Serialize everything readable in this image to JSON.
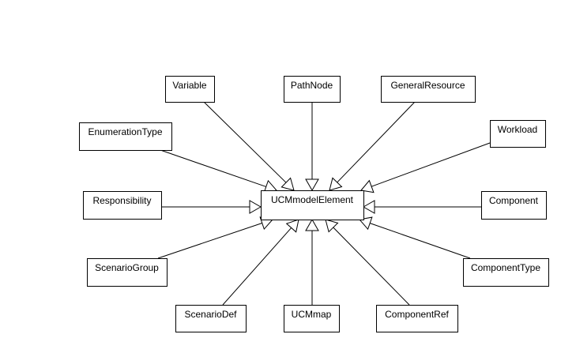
{
  "diagram": {
    "type": "uml-class-inheritance",
    "colors": {
      "background": "#ffffff",
      "line": "#000000",
      "box_fill": "#ffffff"
    },
    "center": {
      "id": "ucm-model-element",
      "label": "UCMmodelElement"
    },
    "nodes": [
      {
        "id": "variable",
        "label": "Variable"
      },
      {
        "id": "path-node",
        "label": "PathNode"
      },
      {
        "id": "general-resource",
        "label": "GeneralResource"
      },
      {
        "id": "enumeration-type",
        "label": "EnumerationType"
      },
      {
        "id": "workload",
        "label": "Workload"
      },
      {
        "id": "responsibility",
        "label": "Responsibility"
      },
      {
        "id": "component",
        "label": "Component"
      },
      {
        "id": "scenario-group",
        "label": "ScenarioGroup"
      },
      {
        "id": "component-type",
        "label": "ComponentType"
      },
      {
        "id": "scenario-def",
        "label": "ScenarioDef"
      },
      {
        "id": "ucm-map",
        "label": "UCMmap"
      },
      {
        "id": "component-ref",
        "label": "ComponentRef"
      }
    ],
    "edges": [
      {
        "from": "variable",
        "to": "ucm-model-element",
        "relation": "generalization"
      },
      {
        "from": "path-node",
        "to": "ucm-model-element",
        "relation": "generalization"
      },
      {
        "from": "general-resource",
        "to": "ucm-model-element",
        "relation": "generalization"
      },
      {
        "from": "enumeration-type",
        "to": "ucm-model-element",
        "relation": "generalization"
      },
      {
        "from": "workload",
        "to": "ucm-model-element",
        "relation": "generalization"
      },
      {
        "from": "responsibility",
        "to": "ucm-model-element",
        "relation": "generalization"
      },
      {
        "from": "component",
        "to": "ucm-model-element",
        "relation": "generalization"
      },
      {
        "from": "scenario-group",
        "to": "ucm-model-element",
        "relation": "generalization"
      },
      {
        "from": "component-type",
        "to": "ucm-model-element",
        "relation": "generalization"
      },
      {
        "from": "scenario-def",
        "to": "ucm-model-element",
        "relation": "generalization"
      },
      {
        "from": "ucm-map",
        "to": "ucm-model-element",
        "relation": "generalization"
      },
      {
        "from": "component-ref",
        "to": "ucm-model-element",
        "relation": "generalization"
      }
    ]
  }
}
